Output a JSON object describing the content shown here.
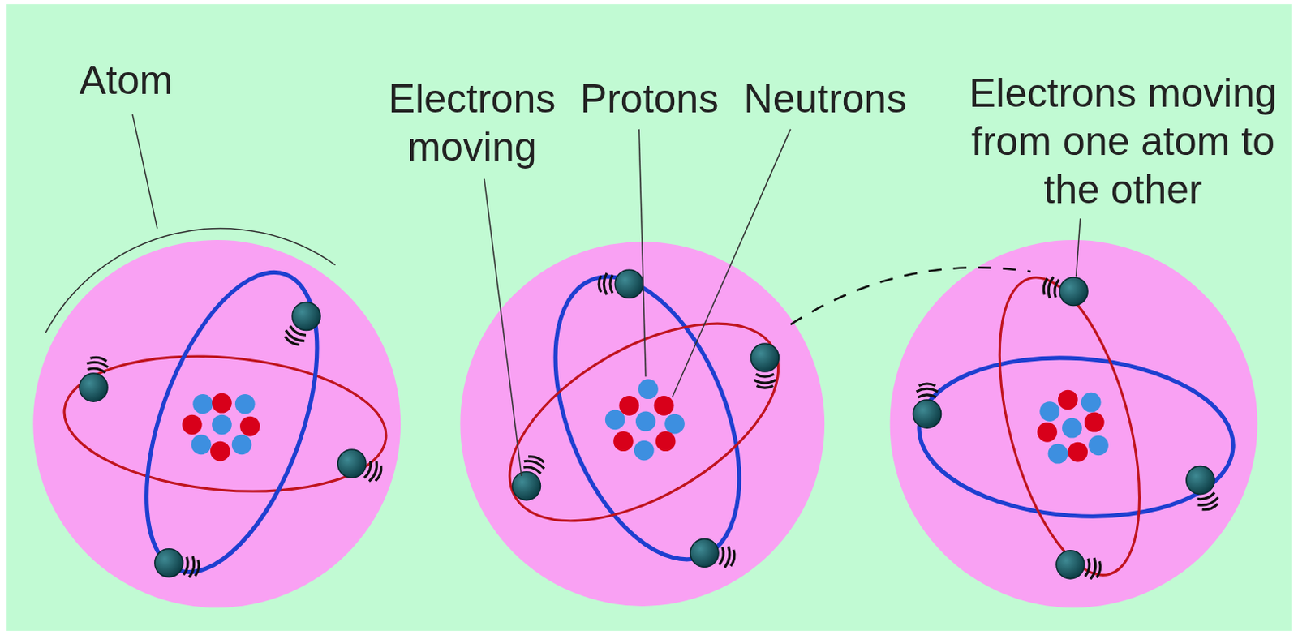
{
  "diagram": {
    "labels": [
      "Atom",
      "Electrons moving",
      "Protons",
      "Neutrons",
      "Electrons moving from one atom to the other"
    ]
  }
}
